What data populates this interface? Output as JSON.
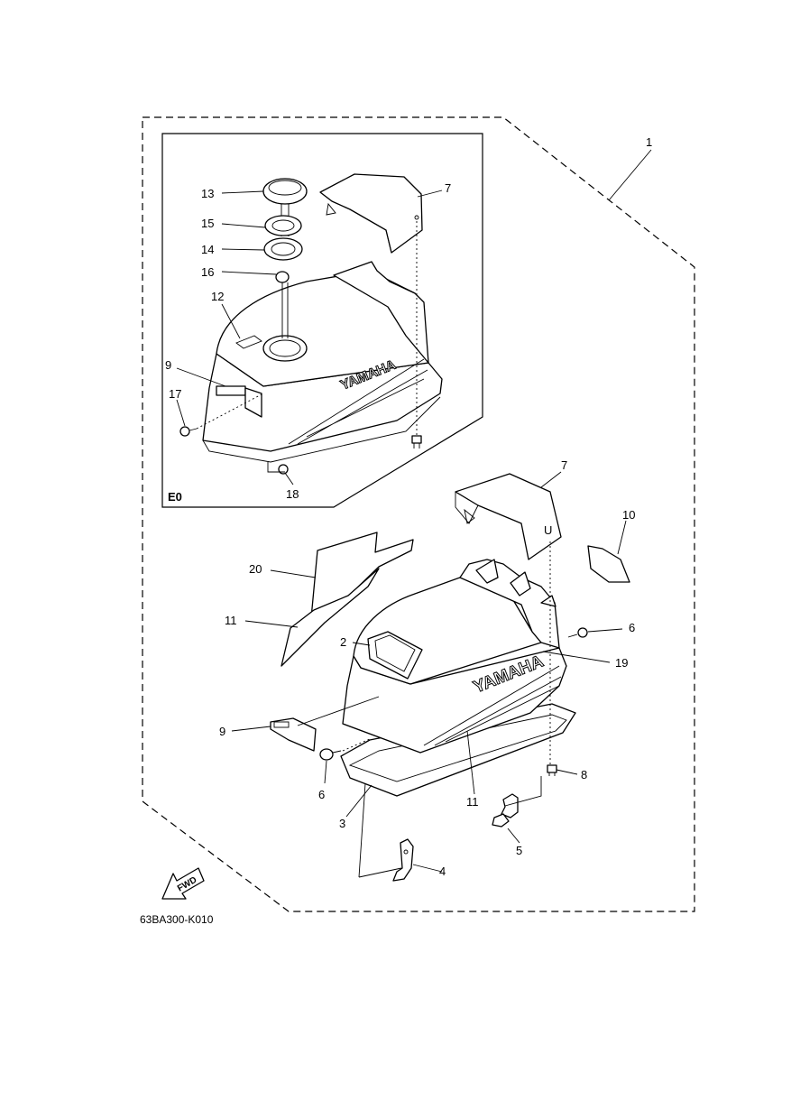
{
  "diagram": {
    "figure_code": "63BA300-K010",
    "inset_code": "E0",
    "fwd_label": "FWD",
    "brand_text": "YAMAHA"
  },
  "callouts": {
    "p1": "1",
    "p7_inset": "7",
    "p13": "13",
    "p15": "15",
    "p14": "14",
    "p16": "16",
    "p12": "12",
    "p9_inset": "9",
    "p17": "17",
    "p18": "18",
    "p7": "7",
    "p10": "10",
    "p20": "20",
    "p11_left": "11",
    "p2": "2",
    "p6_right": "6",
    "p19": "19",
    "p9": "9",
    "p6_left": "6",
    "p11_bottom": "11",
    "p8": "8",
    "p3": "3",
    "p5": "5",
    "p4": "4"
  }
}
